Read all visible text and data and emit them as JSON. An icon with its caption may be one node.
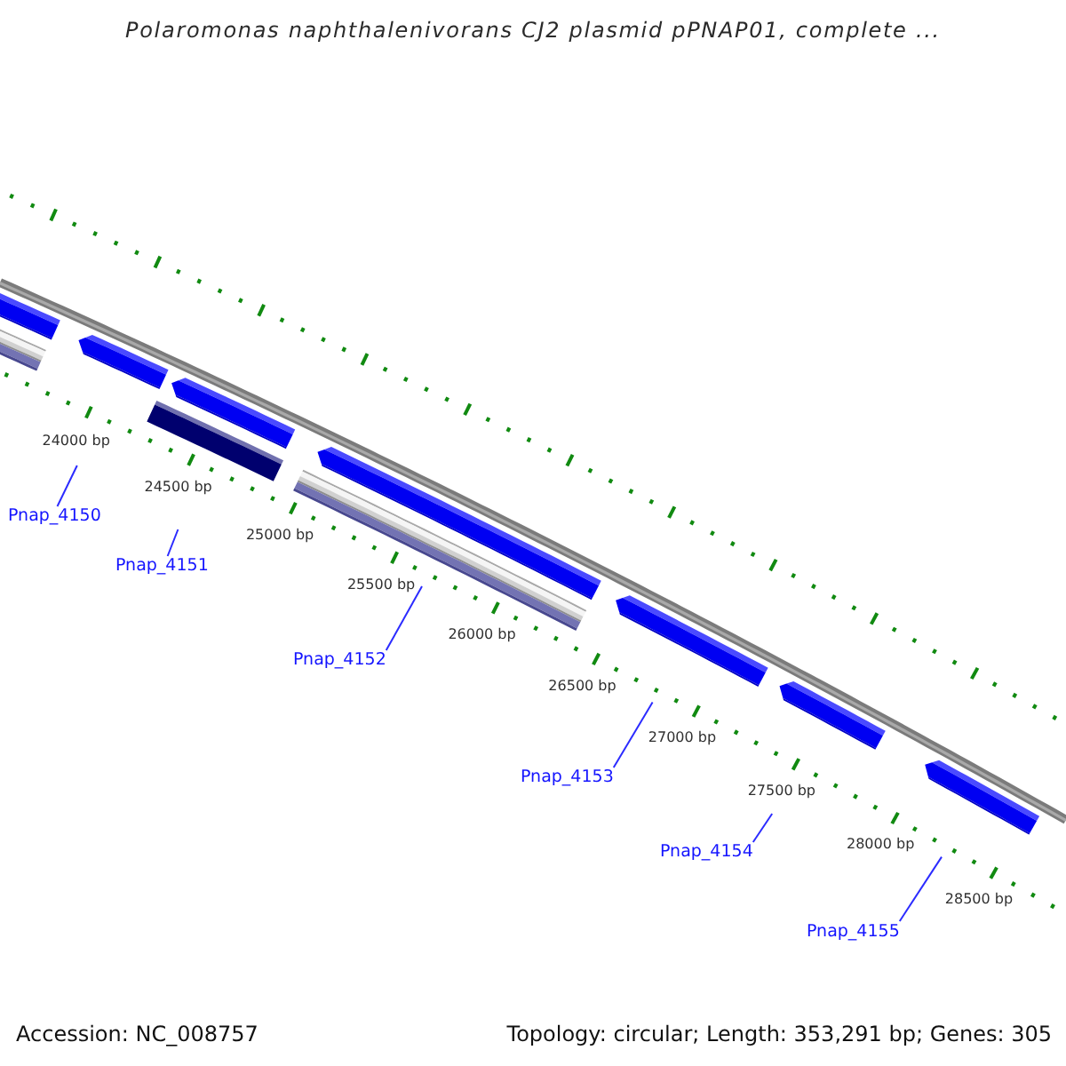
{
  "diagram": {
    "title": "Polaromonas naphthalenivorans CJ2 plasmid pPNAP01, complete ...",
    "nodes": [
      {
        "text": [
          "Pnap_4150"
        ]
      },
      {
        "text": [
          "Pnap_4151"
        ]
      },
      {
        "text": [
          "Pnap_4152"
        ]
      },
      {
        "text": [
          "Pnap_4153"
        ]
      },
      {
        "text": [
          "Pnap_4154"
        ]
      },
      {
        "text": [
          "Pnap_4155"
        ]
      }
    ],
    "edges": [
      {
        "from": 0,
        "to": null,
        "arrow": "none"
      },
      {
        "from": 1,
        "to": null,
        "arrow": "none"
      },
      {
        "from": 2,
        "to": null,
        "arrow": "none"
      },
      {
        "from": 3,
        "to": null,
        "arrow": "none"
      },
      {
        "from": 4,
        "to": null,
        "arrow": "none"
      },
      {
        "from": 5,
        "to": null,
        "arrow": "none"
      }
    ],
    "labels": [
      "24000 bp",
      "24500 bp",
      "25000 bp",
      "25500 bp",
      "26000 bp",
      "26500 bp",
      "27000 bp",
      "27500 bp",
      "28000 bp",
      "28500 bp",
      "Accession: NC_008757",
      "Topology: circular; Length: 353,291 bp; Genes: 305"
    ]
  }
}
